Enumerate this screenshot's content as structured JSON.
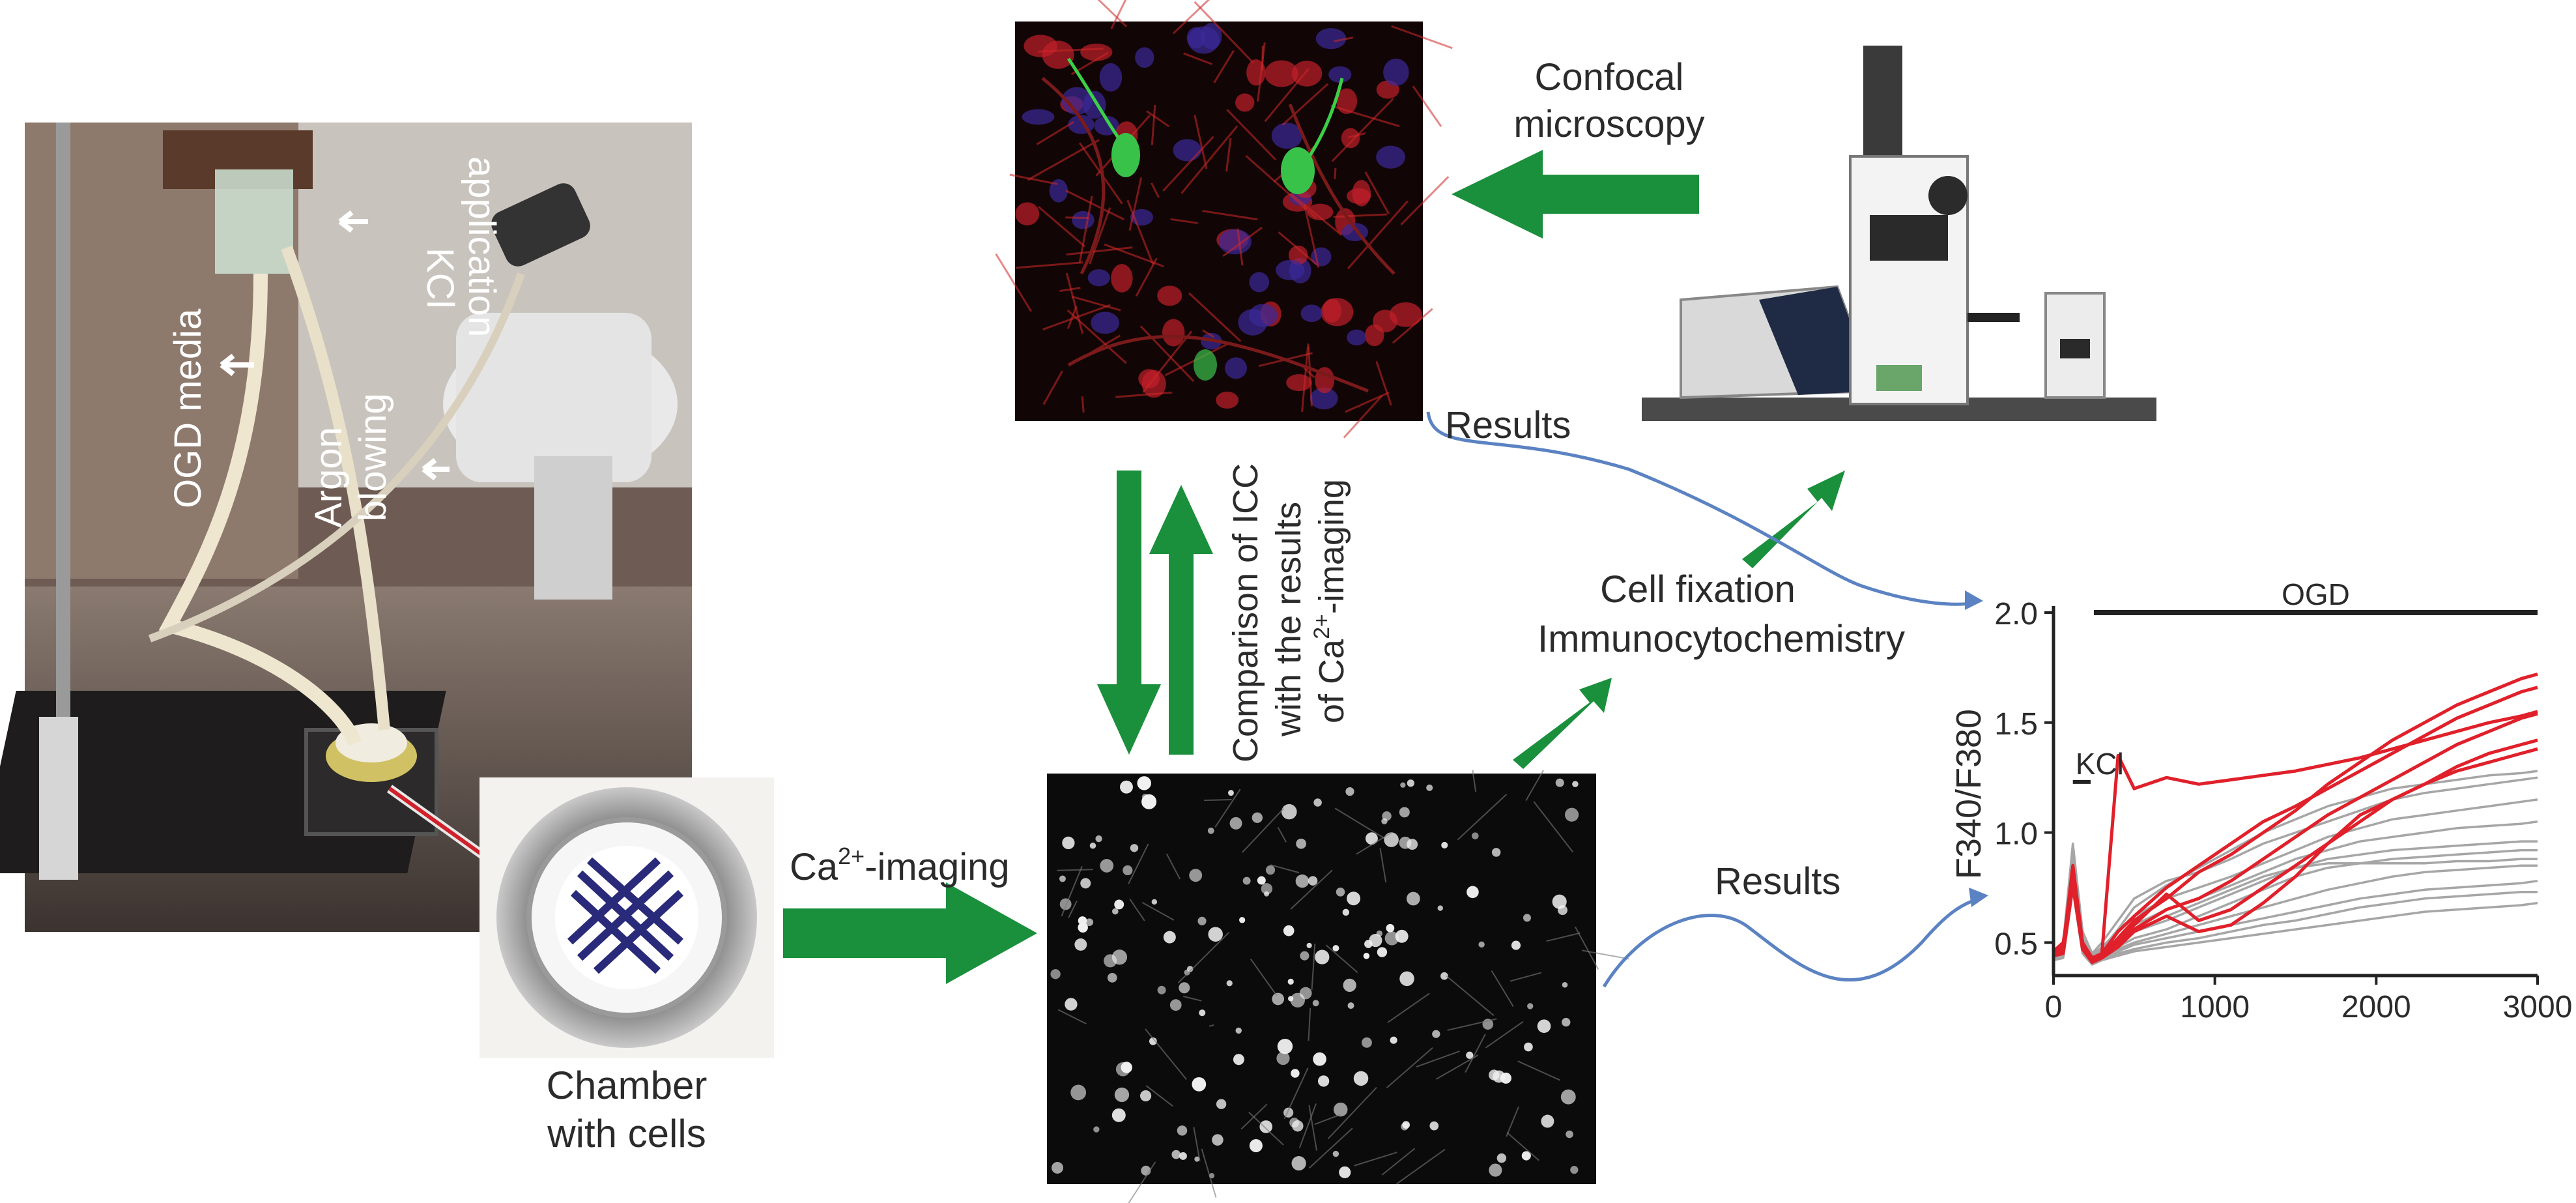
{
  "setup_photo": {
    "labels": {
      "kcl": "KCl",
      "application": "application",
      "ogd_media": "OGD media",
      "argon": "Argon",
      "blowing": "blowing"
    }
  },
  "chamber": {
    "caption_line1": "Chamber",
    "caption_line2": "with cells"
  },
  "steps": {
    "ca_imaging_prefix": "Ca",
    "ca_imaging_sup": "2+",
    "ca_imaging_suffix": "-imaging",
    "comparison_line1": "Comparison of ICC",
    "comparison_line2": "with the results",
    "comparison_line3_prefix": "of Ca",
    "comparison_line3_sup": "2+",
    "comparison_line3_suffix": "-imaging",
    "confocal_line1": "Confocal",
    "confocal_line2": "microscopy",
    "cell_fixation": "Cell fixation",
    "immunocytochemistry": "Immunocytochemistry",
    "results_top": "Results",
    "results_bottom": "Results"
  },
  "colors": {
    "arrow_green": "#1a8f3c",
    "curve_blue": "#5b82c2",
    "trace_red": "#e0202a",
    "trace_gray": "#a6a6a6"
  },
  "chart_data": {
    "type": "line",
    "ylabel": "F340/F380",
    "xlim": [
      0,
      3000
    ],
    "ylim": [
      0.35,
      2.0
    ],
    "xticks": [
      0,
      1000,
      2000,
      3000
    ],
    "yticks": [
      0.5,
      1.0,
      1.5,
      2.0
    ],
    "ytick_labels": [
      "0.5",
      "1.0",
      "1.5",
      "2.0"
    ],
    "xtick_labels": [
      "0",
      "1000",
      "2000",
      "3000"
    ],
    "annotations": [
      {
        "text": "OGD",
        "x_start": 250,
        "x_end": 3000
      },
      {
        "text": "KCl",
        "x_start": 120,
        "x_end": 230
      }
    ],
    "x": [
      0,
      60,
      120,
      180,
      240,
      300,
      400,
      500,
      700,
      900,
      1100,
      1300,
      1500,
      1700,
      1900,
      2100,
      2300,
      2500,
      2700,
      2900,
      3000
    ],
    "series": [
      {
        "color": "red",
        "values": [
          0.45,
          0.48,
          0.85,
          0.5,
          0.42,
          0.45,
          1.35,
          1.2,
          1.25,
          1.22,
          1.24,
          1.26,
          1.28,
          1.31,
          1.34,
          1.38,
          1.42,
          1.46,
          1.5,
          1.53,
          1.55
        ]
      },
      {
        "color": "red",
        "values": [
          0.44,
          0.46,
          0.8,
          0.48,
          0.42,
          0.44,
          0.52,
          0.6,
          0.7,
          0.82,
          0.9,
          1.0,
          1.1,
          1.22,
          1.32,
          1.42,
          1.5,
          1.58,
          1.64,
          1.7,
          1.72
        ]
      },
      {
        "color": "red",
        "values": [
          0.46,
          0.5,
          0.78,
          0.5,
          0.43,
          0.45,
          0.55,
          0.62,
          0.75,
          0.85,
          0.95,
          1.05,
          1.12,
          1.2,
          1.28,
          1.36,
          1.44,
          1.52,
          1.58,
          1.64,
          1.66
        ]
      },
      {
        "color": "red",
        "values": [
          0.45,
          0.47,
          0.82,
          0.49,
          0.42,
          0.44,
          0.5,
          0.58,
          0.72,
          0.6,
          0.65,
          0.75,
          0.85,
          0.95,
          1.05,
          1.15,
          1.22,
          1.3,
          1.36,
          1.4,
          1.42
        ]
      },
      {
        "color": "red",
        "values": [
          0.44,
          0.45,
          0.76,
          0.47,
          0.41,
          0.43,
          0.48,
          0.55,
          0.62,
          0.55,
          0.58,
          0.68,
          0.8,
          0.95,
          1.08,
          1.15,
          1.22,
          1.28,
          1.32,
          1.36,
          1.38
        ]
      },
      {
        "color": "red",
        "values": [
          0.45,
          0.46,
          0.8,
          0.48,
          0.42,
          0.44,
          0.5,
          0.56,
          0.65,
          0.7,
          0.78,
          0.88,
          0.98,
          1.08,
          1.16,
          1.24,
          1.32,
          1.4,
          1.46,
          1.52,
          1.54
        ]
      },
      {
        "color": "gray",
        "values": [
          0.46,
          0.5,
          0.95,
          0.55,
          0.45,
          0.5,
          0.6,
          0.7,
          0.78,
          0.82,
          0.88,
          0.95,
          1.0,
          1.05,
          1.1,
          1.15,
          1.18,
          1.2,
          1.22,
          1.24,
          1.25
        ]
      },
      {
        "color": "gray",
        "values": [
          0.45,
          0.48,
          0.9,
          0.52,
          0.44,
          0.48,
          0.55,
          0.62,
          0.7,
          0.75,
          0.8,
          0.86,
          0.92,
          0.98,
          1.02,
          1.06,
          1.08,
          1.1,
          1.12,
          1.14,
          1.15
        ]
      },
      {
        "color": "gray",
        "values": [
          0.44,
          0.47,
          0.88,
          0.5,
          0.43,
          0.46,
          0.52,
          0.58,
          0.65,
          0.7,
          0.76,
          0.82,
          0.88,
          0.92,
          0.96,
          0.98,
          1.0,
          1.02,
          1.03,
          1.04,
          1.05
        ]
      },
      {
        "color": "gray",
        "values": [
          0.45,
          0.46,
          0.85,
          0.5,
          0.43,
          0.45,
          0.5,
          0.55,
          0.6,
          0.66,
          0.72,
          0.78,
          0.84,
          0.88,
          0.9,
          0.92,
          0.93,
          0.94,
          0.95,
          0.96,
          0.96
        ]
      },
      {
        "color": "gray",
        "values": [
          0.44,
          0.45,
          0.82,
          0.48,
          0.42,
          0.44,
          0.48,
          0.52,
          0.56,
          0.62,
          0.68,
          0.74,
          0.8,
          0.84,
          0.86,
          0.88,
          0.89,
          0.9,
          0.91,
          0.92,
          0.92
        ]
      },
      {
        "color": "gray",
        "values": [
          0.45,
          0.47,
          0.86,
          0.5,
          0.43,
          0.46,
          0.5,
          0.55,
          0.62,
          0.68,
          0.74,
          0.8,
          0.84,
          0.86,
          0.86,
          0.86,
          0.86,
          0.87,
          0.87,
          0.88,
          0.88
        ]
      },
      {
        "color": "gray",
        "values": [
          0.44,
          0.46,
          0.8,
          0.48,
          0.42,
          0.44,
          0.47,
          0.5,
          0.54,
          0.58,
          0.62,
          0.66,
          0.7,
          0.74,
          0.77,
          0.8,
          0.82,
          0.83,
          0.84,
          0.85,
          0.85
        ]
      },
      {
        "color": "gray",
        "values": [
          0.43,
          0.45,
          0.78,
          0.47,
          0.41,
          0.43,
          0.46,
          0.49,
          0.52,
          0.55,
          0.58,
          0.61,
          0.64,
          0.67,
          0.7,
          0.72,
          0.74,
          0.75,
          0.76,
          0.77,
          0.78
        ]
      },
      {
        "color": "gray",
        "values": [
          0.43,
          0.44,
          0.76,
          0.46,
          0.41,
          0.42,
          0.45,
          0.47,
          0.5,
          0.52,
          0.55,
          0.58,
          0.6,
          0.63,
          0.66,
          0.68,
          0.7,
          0.71,
          0.72,
          0.73,
          0.73
        ]
      },
      {
        "color": "gray",
        "values": [
          0.42,
          0.43,
          0.74,
          0.45,
          0.4,
          0.42,
          0.44,
          0.46,
          0.48,
          0.5,
          0.52,
          0.54,
          0.56,
          0.58,
          0.6,
          0.62,
          0.64,
          0.65,
          0.66,
          0.67,
          0.68
        ]
      },
      {
        "color": "gray",
        "values": [
          0.45,
          0.48,
          0.92,
          0.52,
          0.44,
          0.47,
          0.56,
          0.66,
          0.76,
          0.84,
          0.92,
          1.0,
          1.06,
          1.12,
          1.16,
          1.2,
          1.22,
          1.24,
          1.26,
          1.27,
          1.28
        ]
      }
    ]
  }
}
